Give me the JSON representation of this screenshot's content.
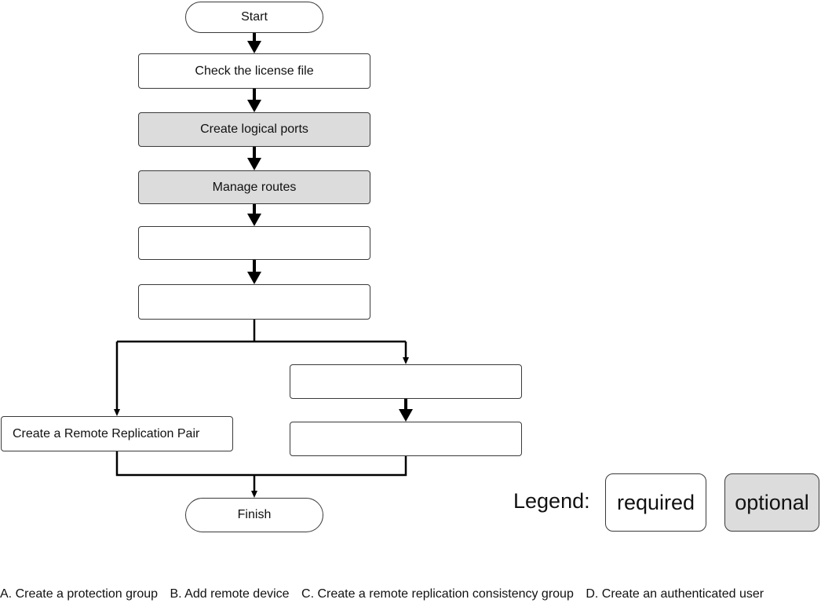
{
  "flowchart": {
    "start": "Start",
    "steps": {
      "check_license": "Check the license file",
      "create_logical_ports": "Create logical ports",
      "manage_routes": "Manage routes",
      "blank_1": "",
      "blank_2": "",
      "blank_3": "",
      "blank_4": "",
      "create_pair": "Create a Remote Replication Pair"
    },
    "finish": "Finish"
  },
  "legend": {
    "title": "Legend:",
    "required": "required",
    "optional": "optional"
  },
  "options": [
    "A. Create a protection group",
    "B. Add remote device",
    "C. Create a remote replication consistency group",
    "D. Create an authenticated user"
  ],
  "colors": {
    "required_fill": "#ffffff",
    "optional_fill": "#dcdcdc",
    "line": "#000000"
  }
}
